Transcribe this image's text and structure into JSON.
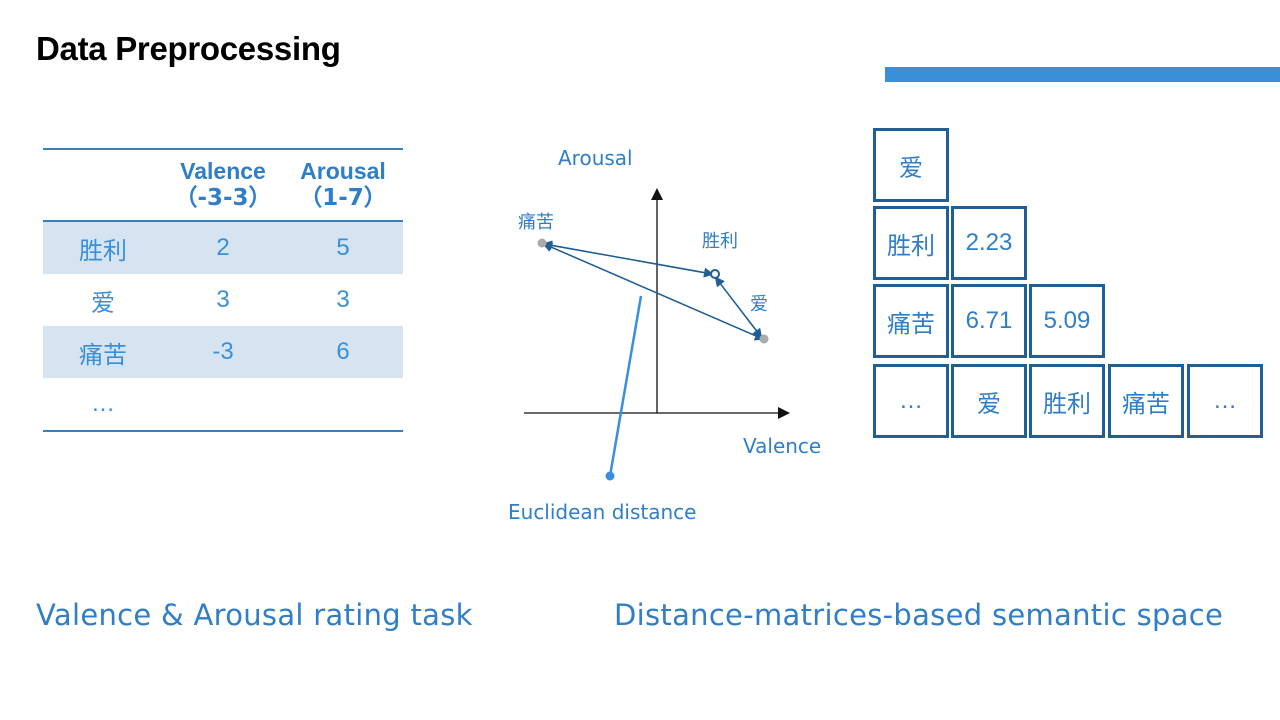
{
  "title": "Data Preprocessing",
  "rating_table": {
    "header": {
      "valence": "Valence",
      "valence_range": "（-3-3）",
      "arousal": "Arousal",
      "arousal_range": "（1-7）"
    },
    "rows": [
      {
        "word": "胜利",
        "valence": "2",
        "arousal": "5"
      },
      {
        "word": "爱",
        "valence": "3",
        "arousal": "3"
      },
      {
        "word": "痛苦",
        "valence": "-3",
        "arousal": "6"
      },
      {
        "word": "…",
        "valence": "",
        "arousal": ""
      }
    ]
  },
  "diagram": {
    "y_axis_label": "Arousal",
    "x_axis_label": "Valence",
    "points": {
      "pain": "痛苦",
      "victory": "胜利",
      "love": "爱"
    },
    "callout": "Euclidean distance"
  },
  "matrix": {
    "row_headers": [
      "爱",
      "胜利",
      "痛苦",
      "…"
    ],
    "values": [
      "2.23",
      "6.71",
      "5.09"
    ],
    "col_headers": [
      "…",
      "爱",
      "胜利",
      "痛苦",
      "…"
    ]
  },
  "captions": {
    "left": "Valence & Arousal rating task",
    "right": "Distance-matrices-based semantic space"
  },
  "colors": {
    "accent": "#3a8fd9",
    "border": "#1f5f96",
    "text": "#2f7ec7",
    "shade": "#d6e4f1"
  }
}
